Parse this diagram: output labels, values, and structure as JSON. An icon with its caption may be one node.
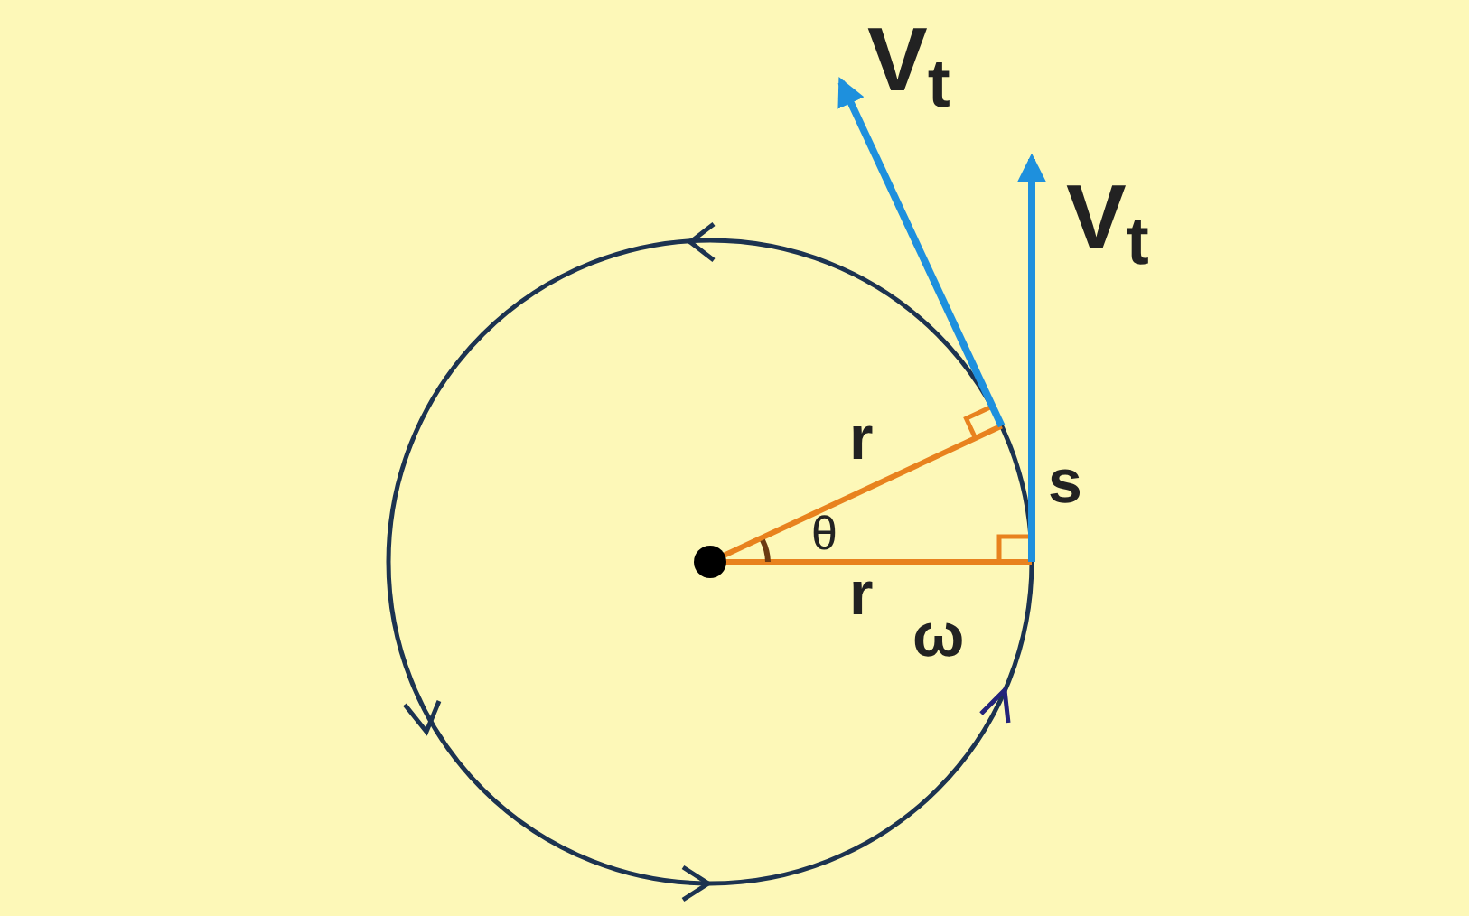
{
  "diagram": {
    "labels": [
      "V$_{t}$",
      "V$_{t}$",
      "r",
      "θ",
      "s",
      "r",
      "ω"
    ]
  }
}
